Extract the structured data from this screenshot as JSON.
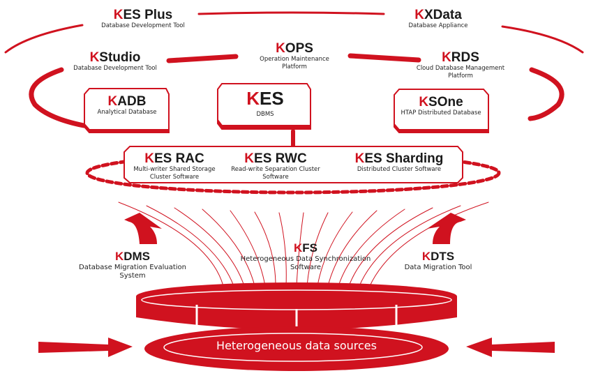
{
  "colors": {
    "brand": "#d0121f"
  },
  "products": {
    "kes_plus": {
      "name": "KES Plus",
      "desc": "Database Development Tool"
    },
    "kxdata": {
      "name": "KXData",
      "desc": "Database Appliance"
    },
    "kstudio": {
      "name": "KStudio",
      "desc": "Database Development Tool"
    },
    "kops": {
      "name": "KOPS",
      "desc": [
        "Operation Maintenance",
        "Platform"
      ]
    },
    "krds": {
      "name": "KRDS",
      "desc": [
        "Cloud Database Management",
        "Platform"
      ]
    },
    "kadb": {
      "name": "KADB",
      "desc": "Analytical Database"
    },
    "kes": {
      "name": "KES",
      "desc": "DBMS"
    },
    "ksone": {
      "name": "KSOne",
      "desc": "HTAP Distributed Database"
    },
    "kes_rac": {
      "name": "KES RAC",
      "desc": [
        "Multi-writer Shared Storage",
        "Cluster Software"
      ]
    },
    "kes_rwc": {
      "name": "KES RWC",
      "desc": [
        "Read-write Separation Cluster",
        "Software"
      ]
    },
    "kes_sharding": {
      "name": "KES Sharding",
      "desc": "Distributed Cluster Software"
    },
    "kdms": {
      "name": "KDMS",
      "desc": [
        "Database Migration Evaluation",
        "System"
      ]
    },
    "kfs": {
      "name": "KFS",
      "desc": [
        "Heterogeneous  Data Synchronization",
        "Software"
      ]
    },
    "kdts": {
      "name": "KDTS",
      "desc": "Data Migration Tool"
    }
  },
  "data_sources": {
    "label": "Heterogeneous  data sources"
  }
}
